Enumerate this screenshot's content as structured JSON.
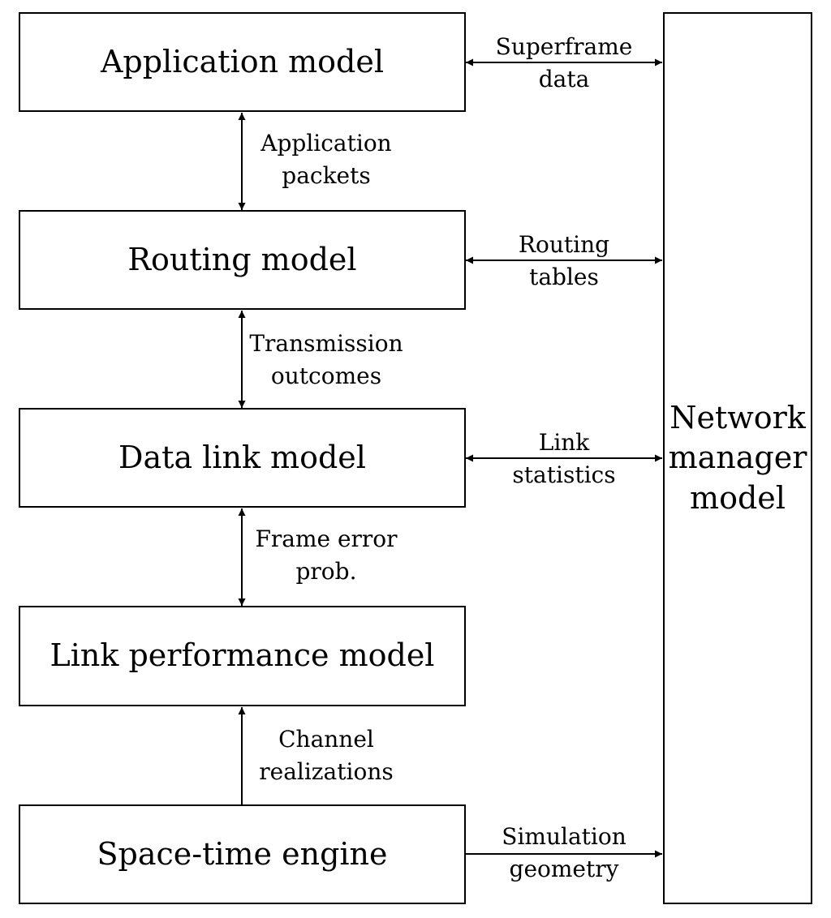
{
  "nodes": {
    "application": "Application model",
    "routing": "Routing model",
    "data_link": "Data link model",
    "link_performance": "Link performance model",
    "space_time": "Space-time engine",
    "network_manager": [
      "Network",
      "manager",
      "model"
    ]
  },
  "edges": {
    "application_packets": [
      "Application",
      "packets"
    ],
    "transmission_outcomes": [
      "Transmission",
      "outcomes"
    ],
    "frame_error": [
      "Frame error",
      "prob."
    ],
    "channel_realizations": [
      "Channel",
      "realizations"
    ],
    "superframe_data": [
      "Superframe",
      "data"
    ],
    "routing_tables": [
      "Routing",
      "tables"
    ],
    "link_statistics": [
      "Link",
      "statistics"
    ],
    "simulation_geometry": [
      "Simulation",
      "geometry"
    ]
  }
}
